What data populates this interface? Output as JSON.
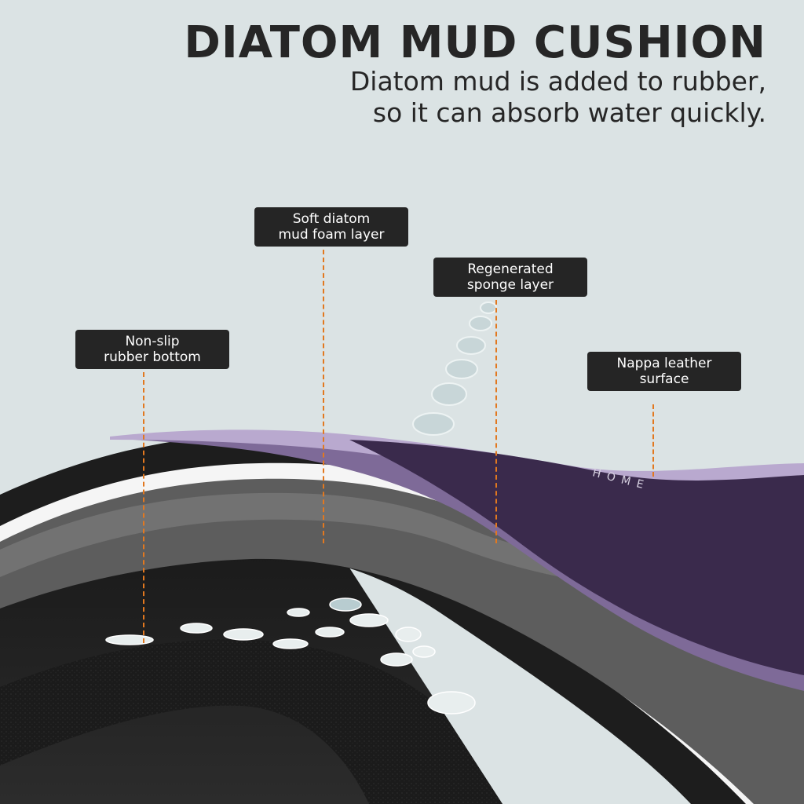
{
  "title": "DIATOM MUD CUSHION",
  "subtitle": {
    "line1": "Diatom mud is added to rubber,",
    "line2": "so it can absorb water quickly."
  },
  "callouts": [
    {
      "id": "soft-diatom-mud-foam-layer",
      "line1": "Soft diatom",
      "line2": "mud foam layer"
    },
    {
      "id": "regenerated-sponge-layer",
      "line1": "Regenerated",
      "line2": "sponge layer"
    },
    {
      "id": "non-slip-rubber-bottom",
      "line1": "Non-slip",
      "line2": "rubber bottom"
    },
    {
      "id": "nappa-leather-surface",
      "line1": "Nappa leather",
      "line2": "surface"
    }
  ],
  "brand_mark": "HOME",
  "colors": {
    "background": "#dbe3e4",
    "title_text": "#262626",
    "label_background": "#252525",
    "label_text": "#ffffff",
    "leader_line": "#e2781f",
    "leather_purple": "#3a2a4c",
    "edge_lavender": "#7e6a98",
    "foam_grey": "#5d5d5d",
    "rubber_black": "#1d1d1d"
  }
}
